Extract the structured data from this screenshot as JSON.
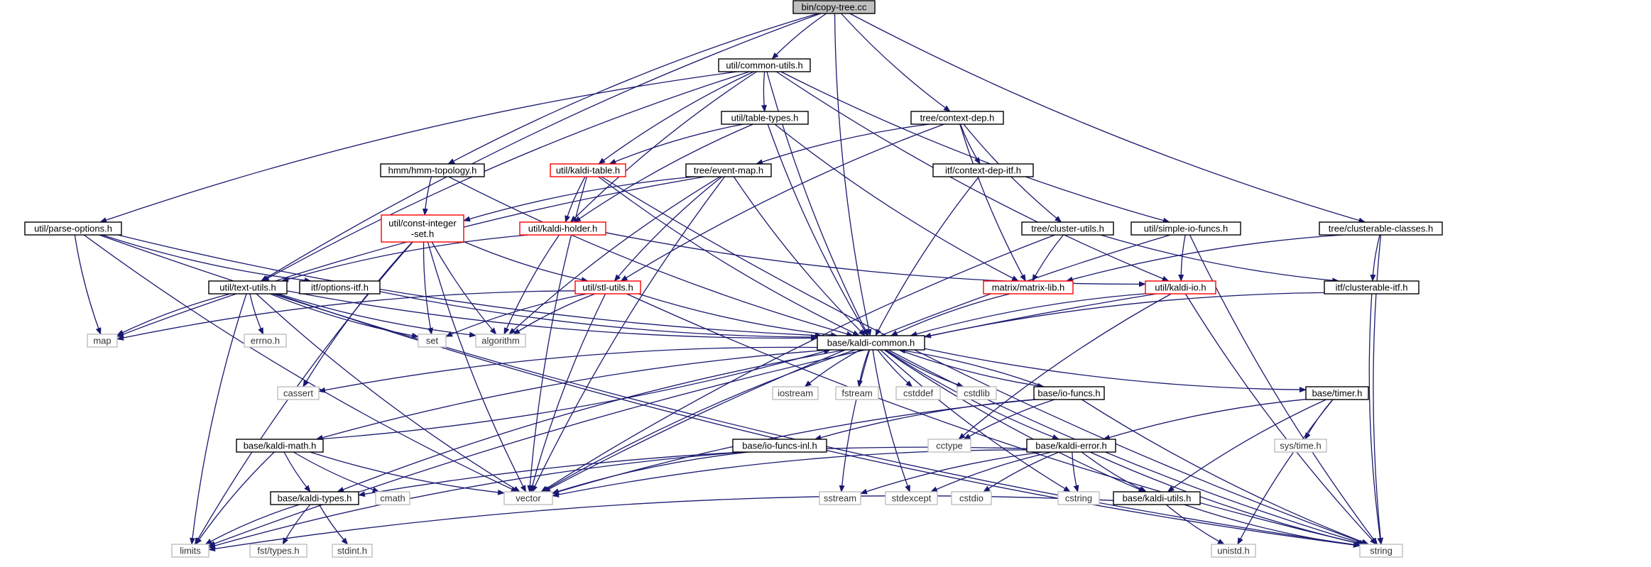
{
  "graph": {
    "colors": {
      "edge": "#191970",
      "box_border": "#000000",
      "truncated_border": "#ff0000",
      "system_border": "#bfbfbf",
      "root_fill": "#bfbfbf",
      "box_fill": "#ffffff"
    },
    "nodes": [
      {
        "id": "root",
        "label": "bin/copy-tree.cc",
        "style": "root"
      },
      {
        "id": "common_utils",
        "label": "util/common-utils.h",
        "style": "box"
      },
      {
        "id": "table_types",
        "label": "util/table-types.h",
        "style": "box"
      },
      {
        "id": "context_dep",
        "label": "tree/context-dep.h",
        "style": "box"
      },
      {
        "id": "hmm_topology",
        "label": "hmm/hmm-topology.h",
        "style": "box"
      },
      {
        "id": "kaldi_table",
        "label": "util/kaldi-table.h",
        "style": "trunc"
      },
      {
        "id": "event_map",
        "label": "tree/event-map.h",
        "style": "box"
      },
      {
        "id": "context_dep_itf",
        "label": "itf/context-dep-itf.h",
        "style": "box"
      },
      {
        "id": "parse_options",
        "label": "util/parse-options.h",
        "style": "box"
      },
      {
        "id": "const_integer_set",
        "label": [
          "util/const-integer",
          "-set.h"
        ],
        "style": "trunc"
      },
      {
        "id": "kaldi_holder",
        "label": "util/kaldi-holder.h",
        "style": "trunc"
      },
      {
        "id": "cluster_utils",
        "label": "tree/cluster-utils.h",
        "style": "box"
      },
      {
        "id": "simple_io_funcs",
        "label": "util/simple-io-funcs.h",
        "style": "box"
      },
      {
        "id": "clusterable_classes",
        "label": "tree/clusterable-classes.h",
        "style": "box"
      },
      {
        "id": "text_utils",
        "label": "util/text-utils.h",
        "style": "box"
      },
      {
        "id": "options_itf",
        "label": "itf/options-itf.h",
        "style": "box"
      },
      {
        "id": "stl_utils",
        "label": "util/stl-utils.h",
        "style": "trunc"
      },
      {
        "id": "matrix_lib",
        "label": "matrix/matrix-lib.h",
        "style": "trunc"
      },
      {
        "id": "kaldi_io",
        "label": "util/kaldi-io.h",
        "style": "trunc"
      },
      {
        "id": "clusterable_itf",
        "label": "itf/clusterable-itf.h",
        "style": "box"
      },
      {
        "id": "map",
        "label": "map",
        "style": "sys"
      },
      {
        "id": "errno",
        "label": "errno.h",
        "style": "sys"
      },
      {
        "id": "set",
        "label": "set",
        "style": "sys"
      },
      {
        "id": "algorithm",
        "label": "algorithm",
        "style": "sys"
      },
      {
        "id": "kaldi_common",
        "label": "base/kaldi-common.h",
        "style": "box"
      },
      {
        "id": "cassert",
        "label": "cassert",
        "style": "sys"
      },
      {
        "id": "iostream",
        "label": "iostream",
        "style": "sys"
      },
      {
        "id": "fstream",
        "label": "fstream",
        "style": "sys"
      },
      {
        "id": "cstddef",
        "label": "cstddef",
        "style": "sys"
      },
      {
        "id": "cstdlib",
        "label": "cstdlib",
        "style": "sys"
      },
      {
        "id": "io_funcs",
        "label": "base/io-funcs.h",
        "style": "box"
      },
      {
        "id": "timer",
        "label": "base/timer.h",
        "style": "box"
      },
      {
        "id": "sys_time",
        "label": "sys/time.h",
        "style": "sys"
      },
      {
        "id": "cctype",
        "label": "cctype",
        "style": "sys"
      },
      {
        "id": "kaldi_math",
        "label": "base/kaldi-math.h",
        "style": "box"
      },
      {
        "id": "io_funcs_inl",
        "label": "base/io-funcs-inl.h",
        "style": "box"
      },
      {
        "id": "kaldi_error",
        "label": "base/kaldi-error.h",
        "style": "box"
      },
      {
        "id": "kaldi_types",
        "label": "base/kaldi-types.h",
        "style": "box"
      },
      {
        "id": "cmath",
        "label": "cmath",
        "style": "sys"
      },
      {
        "id": "vector",
        "label": "vector",
        "style": "sys"
      },
      {
        "id": "sstream",
        "label": "sstream",
        "style": "sys"
      },
      {
        "id": "stdexcept",
        "label": "stdexcept",
        "style": "sys"
      },
      {
        "id": "cstdio",
        "label": "cstdio",
        "style": "sys"
      },
      {
        "id": "cstring",
        "label": "cstring",
        "style": "sys"
      },
      {
        "id": "kaldi_utils",
        "label": "base/kaldi-utils.h",
        "style": "box"
      },
      {
        "id": "fst_types",
        "label": "fst/types.h",
        "style": "sys"
      },
      {
        "id": "stdint",
        "label": "stdint.h",
        "style": "sys"
      },
      {
        "id": "limits",
        "label": "limits",
        "style": "sys"
      },
      {
        "id": "unistd",
        "label": "unistd.h",
        "style": "sys"
      },
      {
        "id": "string",
        "label": "string",
        "style": "sys"
      }
    ],
    "edges": [
      [
        "root",
        "common_utils"
      ],
      [
        "root",
        "context_dep"
      ],
      [
        "root",
        "hmm_topology"
      ],
      [
        "root",
        "text_utils"
      ],
      [
        "root",
        "kaldi_common"
      ],
      [
        "root",
        "clusterable_classes"
      ],
      [
        "common_utils",
        "table_types"
      ],
      [
        "common_utils",
        "kaldi_table"
      ],
      [
        "common_utils",
        "parse_options"
      ],
      [
        "common_utils",
        "text_utils"
      ],
      [
        "common_utils",
        "kaldi_holder"
      ],
      [
        "common_utils",
        "simple_io_funcs"
      ],
      [
        "common_utils",
        "kaldi_io"
      ],
      [
        "common_utils",
        "kaldi_common"
      ],
      [
        "table_types",
        "kaldi_table"
      ],
      [
        "table_types",
        "kaldi_holder"
      ],
      [
        "table_types",
        "matrix_lib"
      ],
      [
        "table_types",
        "kaldi_common"
      ],
      [
        "context_dep",
        "event_map"
      ],
      [
        "context_dep",
        "context_dep_itf"
      ],
      [
        "context_dep",
        "cluster_utils"
      ],
      [
        "context_dep",
        "matrix_lib"
      ],
      [
        "context_dep",
        "stl_utils"
      ],
      [
        "hmm_topology",
        "const_integer_set"
      ],
      [
        "hmm_topology",
        "kaldi_common"
      ],
      [
        "kaldi_table",
        "kaldi_holder"
      ],
      [
        "kaldi_table",
        "kaldi_common"
      ],
      [
        "kaldi_table",
        "vector"
      ],
      [
        "kaldi_table",
        "string"
      ],
      [
        "event_map",
        "const_integer_set"
      ],
      [
        "event_map",
        "stl_utils"
      ],
      [
        "event_map",
        "kaldi_common"
      ],
      [
        "event_map",
        "vector"
      ],
      [
        "event_map",
        "map"
      ],
      [
        "event_map",
        "algorithm"
      ],
      [
        "context_dep_itf",
        "kaldi_common"
      ],
      [
        "parse_options",
        "map"
      ],
      [
        "parse_options",
        "vector"
      ],
      [
        "parse_options",
        "string"
      ],
      [
        "parse_options",
        "options_itf"
      ],
      [
        "parse_options",
        "kaldi_common"
      ],
      [
        "const_integer_set",
        "stl_utils"
      ],
      [
        "const_integer_set",
        "set"
      ],
      [
        "const_integer_set",
        "algorithm"
      ],
      [
        "const_integer_set",
        "vector"
      ],
      [
        "const_integer_set",
        "limits"
      ],
      [
        "const_integer_set",
        "cassert"
      ],
      [
        "kaldi_holder",
        "kaldi_io"
      ],
      [
        "kaldi_holder",
        "text_utils"
      ],
      [
        "kaldi_holder",
        "algorithm"
      ],
      [
        "cluster_utils",
        "matrix_lib"
      ],
      [
        "cluster_utils",
        "clusterable_itf"
      ],
      [
        "cluster_utils",
        "vector"
      ],
      [
        "simple_io_funcs",
        "kaldi_io"
      ],
      [
        "simple_io_funcs",
        "string"
      ],
      [
        "simple_io_funcs",
        "vector"
      ],
      [
        "clusterable_classes",
        "clusterable_itf"
      ],
      [
        "clusterable_classes",
        "matrix_lib"
      ],
      [
        "clusterable_classes",
        "string"
      ],
      [
        "text_utils",
        "map"
      ],
      [
        "text_utils",
        "errno"
      ],
      [
        "text_utils",
        "set"
      ],
      [
        "text_utils",
        "algorithm"
      ],
      [
        "text_utils",
        "vector"
      ],
      [
        "text_utils",
        "limits"
      ],
      [
        "text_utils",
        "string"
      ],
      [
        "text_utils",
        "kaldi_common"
      ],
      [
        "options_itf",
        "kaldi_common"
      ],
      [
        "stl_utils",
        "map"
      ],
      [
        "stl_utils",
        "set"
      ],
      [
        "stl_utils",
        "algorithm"
      ],
      [
        "stl_utils",
        "vector"
      ],
      [
        "stl_utils",
        "string"
      ],
      [
        "stl_utils",
        "kaldi_common"
      ],
      [
        "matrix_lib",
        "kaldi_common"
      ],
      [
        "kaldi_io",
        "kaldi_common"
      ],
      [
        "kaldi_io",
        "limits"
      ],
      [
        "kaldi_io",
        "cctype"
      ],
      [
        "kaldi_io",
        "string"
      ],
      [
        "clusterable_itf",
        "kaldi_common"
      ],
      [
        "clusterable_itf",
        "string"
      ],
      [
        "kaldi_common",
        "cassert"
      ],
      [
        "kaldi_common",
        "iostream"
      ],
      [
        "kaldi_common",
        "fstream"
      ],
      [
        "kaldi_common",
        "cstddef"
      ],
      [
        "kaldi_common",
        "cstdlib"
      ],
      [
        "kaldi_common",
        "io_funcs"
      ],
      [
        "kaldi_common",
        "timer"
      ],
      [
        "kaldi_common",
        "kaldi_math"
      ],
      [
        "kaldi_common",
        "kaldi_error"
      ],
      [
        "kaldi_common",
        "kaldi_types"
      ],
      [
        "kaldi_common",
        "kaldi_utils"
      ],
      [
        "kaldi_common",
        "vector"
      ],
      [
        "kaldi_common",
        "sstream"
      ],
      [
        "kaldi_common",
        "stdexcept"
      ],
      [
        "kaldi_common",
        "cstring"
      ],
      [
        "kaldi_common",
        "string"
      ],
      [
        "io_funcs",
        "kaldi_common"
      ],
      [
        "io_funcs",
        "io_funcs_inl"
      ],
      [
        "io_funcs",
        "cctype"
      ],
      [
        "io_funcs",
        "vector"
      ],
      [
        "io_funcs",
        "string"
      ],
      [
        "timer",
        "sys_time"
      ],
      [
        "timer",
        "unistd"
      ],
      [
        "timer",
        "kaldi_error"
      ],
      [
        "timer",
        "kaldi_utils"
      ],
      [
        "kaldi_math",
        "kaldi_common"
      ],
      [
        "kaldi_math",
        "kaldi_types"
      ],
      [
        "kaldi_math",
        "cmath"
      ],
      [
        "kaldi_math",
        "limits"
      ],
      [
        "kaldi_math",
        "vector"
      ],
      [
        "io_funcs_inl",
        "limits"
      ],
      [
        "io_funcs_inl",
        "vector"
      ],
      [
        "kaldi_error",
        "stdexcept"
      ],
      [
        "kaldi_error",
        "string"
      ],
      [
        "kaldi_error",
        "cstring"
      ],
      [
        "kaldi_error",
        "sstream"
      ],
      [
        "kaldi_error",
        "cstdio"
      ],
      [
        "kaldi_error",
        "vector"
      ],
      [
        "kaldi_error",
        "kaldi_types"
      ],
      [
        "kaldi_error",
        "kaldi_utils"
      ],
      [
        "kaldi_types",
        "fst_types"
      ],
      [
        "kaldi_types",
        "stdint"
      ],
      [
        "kaldi_types",
        "limits"
      ],
      [
        "kaldi_utils",
        "unistd"
      ],
      [
        "kaldi_utils",
        "string"
      ],
      [
        "kaldi_utils",
        "limits"
      ]
    ]
  }
}
